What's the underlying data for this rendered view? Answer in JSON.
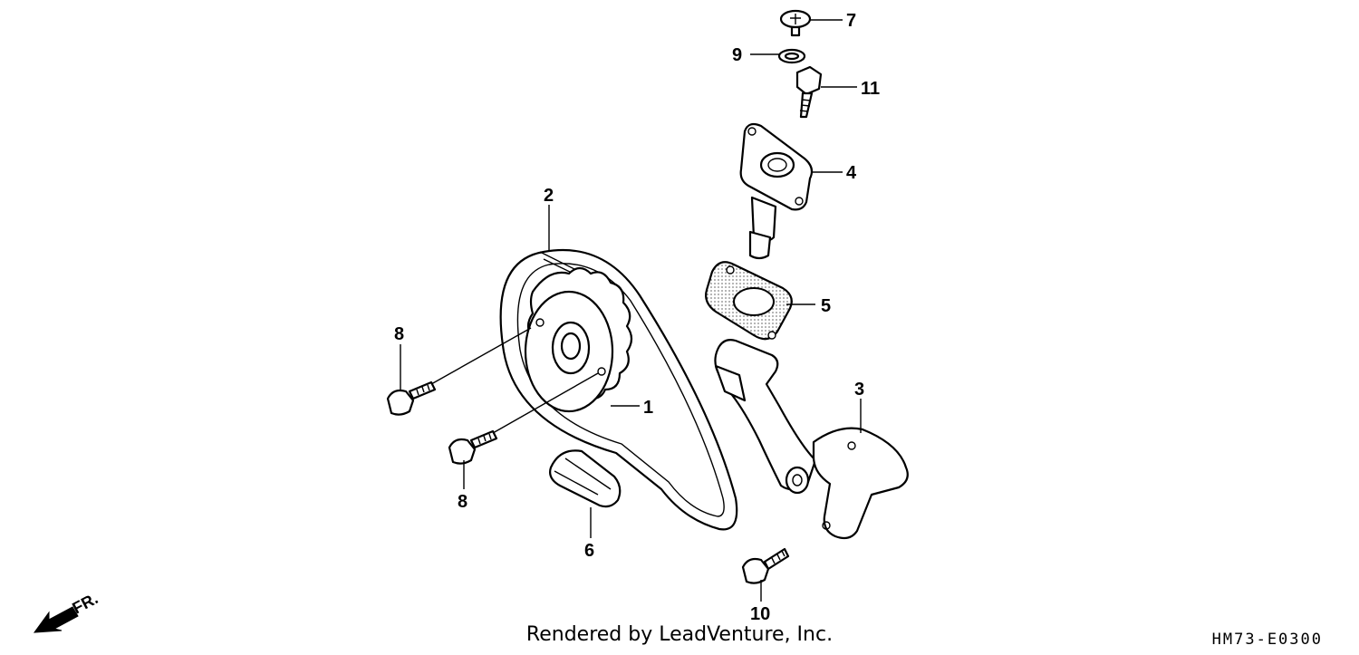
{
  "diagram": {
    "callouts": [
      {
        "id": "7",
        "text": "7"
      },
      {
        "id": "9",
        "text": "9"
      },
      {
        "id": "11",
        "text": "11"
      },
      {
        "id": "4",
        "text": "4"
      },
      {
        "id": "2",
        "text": "2"
      },
      {
        "id": "5",
        "text": "5"
      },
      {
        "id": "8a",
        "text": "8"
      },
      {
        "id": "3",
        "text": "3"
      },
      {
        "id": "1",
        "text": "1"
      },
      {
        "id": "8b",
        "text": "8"
      },
      {
        "id": "6",
        "text": "6"
      },
      {
        "id": "10",
        "text": "10"
      }
    ],
    "front_marker": "FR.",
    "credit": "Rendered by LeadVenture, Inc.",
    "reference_code": "HM73-E0300"
  }
}
